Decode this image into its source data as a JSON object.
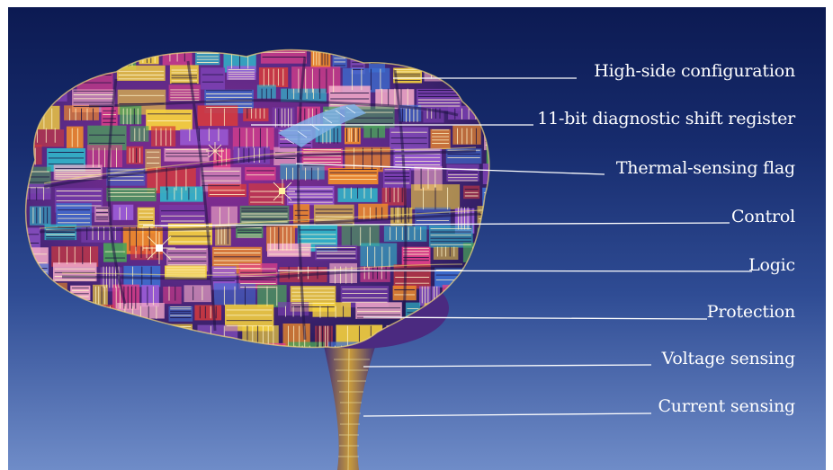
{
  "colors": {
    "background_top": "#0c1a52",
    "background_bottom": "#6f8cc8",
    "label_text": "#ffffff",
    "leader_line": "#ffffff"
  },
  "illustration": {
    "icon": "circuit-brain-icon"
  },
  "callouts": [
    {
      "label": "High-side configuration"
    },
    {
      "label": "11-bit diagnostic shift register"
    },
    {
      "label": "Thermal-sensing flag"
    },
    {
      "label": "Control"
    },
    {
      "label": "Logic"
    },
    {
      "label": "Protection"
    },
    {
      "label": "Voltage sensing"
    },
    {
      "label": "Current sensing"
    }
  ]
}
